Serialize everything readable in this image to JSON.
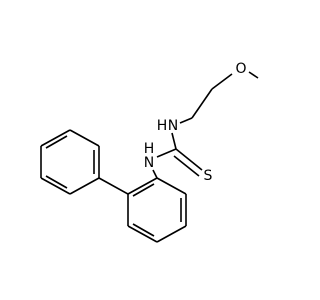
{
  "colors": {
    "background": "#ffffff",
    "bond": "#000000",
    "carbon": "#000000"
  },
  "atoms": {
    "oxygen": {
      "symbol": "O",
      "color": "#000000"
    },
    "nitrogen_upper": {
      "symbol": "N",
      "color": "#000000",
      "hydrogen": "H"
    },
    "nitrogen_lower": {
      "symbol": "N",
      "color": "#000000",
      "hydrogen": "H"
    },
    "sulfur": {
      "symbol": "S",
      "color": "#000000"
    }
  }
}
